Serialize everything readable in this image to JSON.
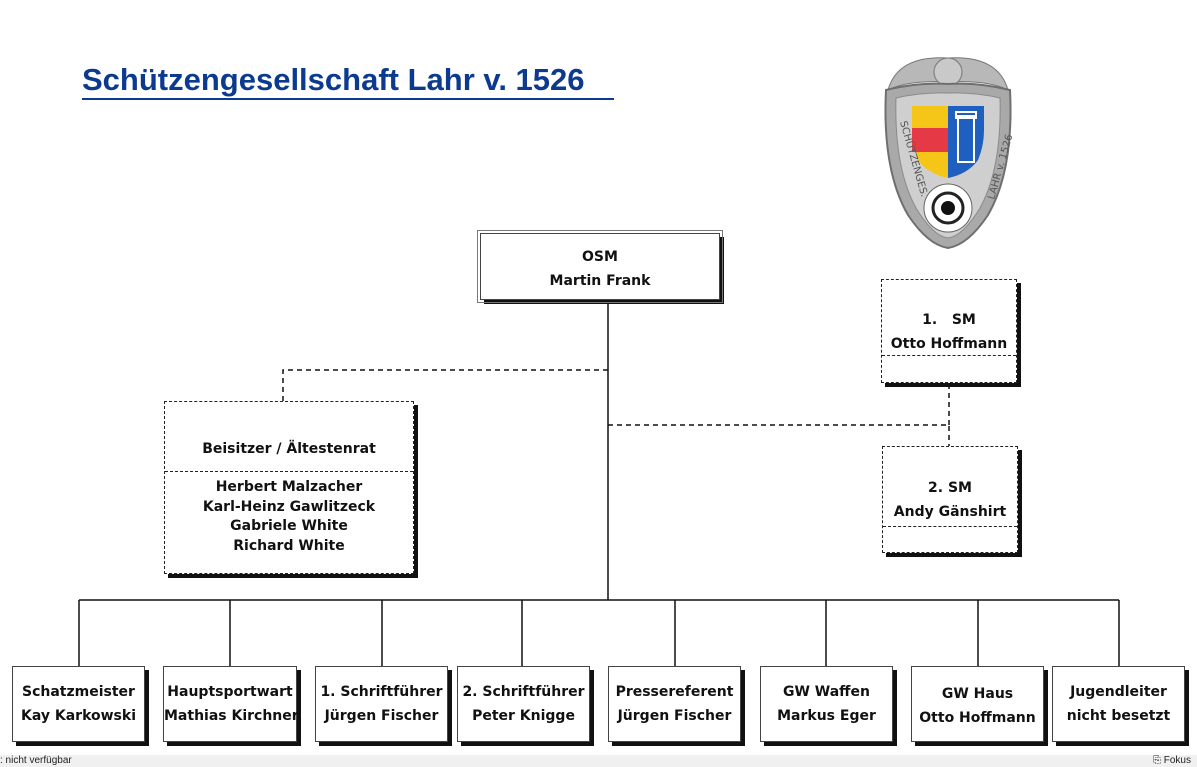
{
  "title": "Schützengesellschaft Lahr v. 1526",
  "emblem": {
    "left_text": "SCHÜTZENGES.",
    "right_text": "LAHR v. 1526"
  },
  "osm": {
    "role": "OSM",
    "name": "Martin Frank"
  },
  "sm1": {
    "role": "1.   SM",
    "name": "Otto Hoffmann"
  },
  "sm2": {
    "role": "2. SM",
    "name": "Andy Gänshirt"
  },
  "beisitzer": {
    "title": "Beisitzer / Ältestenrat",
    "members": [
      "Herbert Malzacher",
      "Karl-Heinz Gawlitzeck",
      "Gabriele White",
      "Richard White"
    ]
  },
  "bottom": [
    {
      "role": "Schatzmeister",
      "name": "Kay Karkowski"
    },
    {
      "role": "Hauptsportwart",
      "name": "Mathias Kirchner"
    },
    {
      "role": "1. Schriftführer",
      "name": "Jürgen Fischer"
    },
    {
      "role": "2. Schriftführer",
      "name": "Peter Knigge"
    },
    {
      "role": "Pressereferent",
      "name": "Jürgen Fischer"
    },
    {
      "role": "GW Waffen",
      "name": "Markus Eger"
    },
    {
      "role": "GW Haus",
      "name": "Otto Hoffmann"
    },
    {
      "role": "Jugendleiter",
      "name": "nicht besetzt"
    }
  ],
  "status": {
    "left": ": nicht verfügbar",
    "right": "Fokus"
  },
  "colors": {
    "title": "#0b3a8f",
    "emblem_red": "#e63946",
    "emblem_yellow": "#f5c518",
    "emblem_blue": "#1f5fbf"
  }
}
